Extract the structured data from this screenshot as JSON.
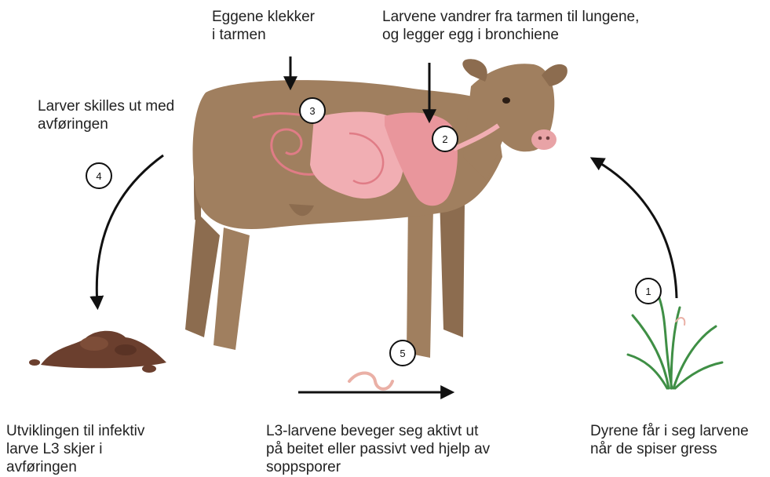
{
  "labels": {
    "hatch": [
      "Eggene klekker",
      "i tarmen"
    ],
    "migrate": [
      "Larvene vandrer fra tarmen til lungene,",
      "og legger egg i bronchiene"
    ],
    "excrete": [
      "Larver skilles ut med",
      "avføringen"
    ],
    "develop": [
      "Utviklingen til infektiv",
      "larve L3 skjer i",
      "avføringen"
    ],
    "move": [
      "L3-larvene beveger seg aktivt ut",
      "på beitet eller passivt ved hjelp av",
      "soppsporer"
    ],
    "ingest": [
      "Dyrene får i seg larvene",
      "når de spiser gress"
    ]
  },
  "steps": [
    "1",
    "2",
    "3",
    "4",
    "5"
  ],
  "icons": {
    "animal": "calf-icon",
    "organs": "intestine-lungs-icon",
    "feces": "feces-pile-icon",
    "larva": "larva-icon",
    "grass": "grass-icon"
  },
  "colors": {
    "calf": "#a07f5f",
    "calf_shade": "#8c6c4f",
    "organs": "#f1aeb3",
    "organs_dark": "#e07c86",
    "feces": "#6b3f2e",
    "grass": "#3f8f45",
    "larva": "#eab0a6"
  }
}
